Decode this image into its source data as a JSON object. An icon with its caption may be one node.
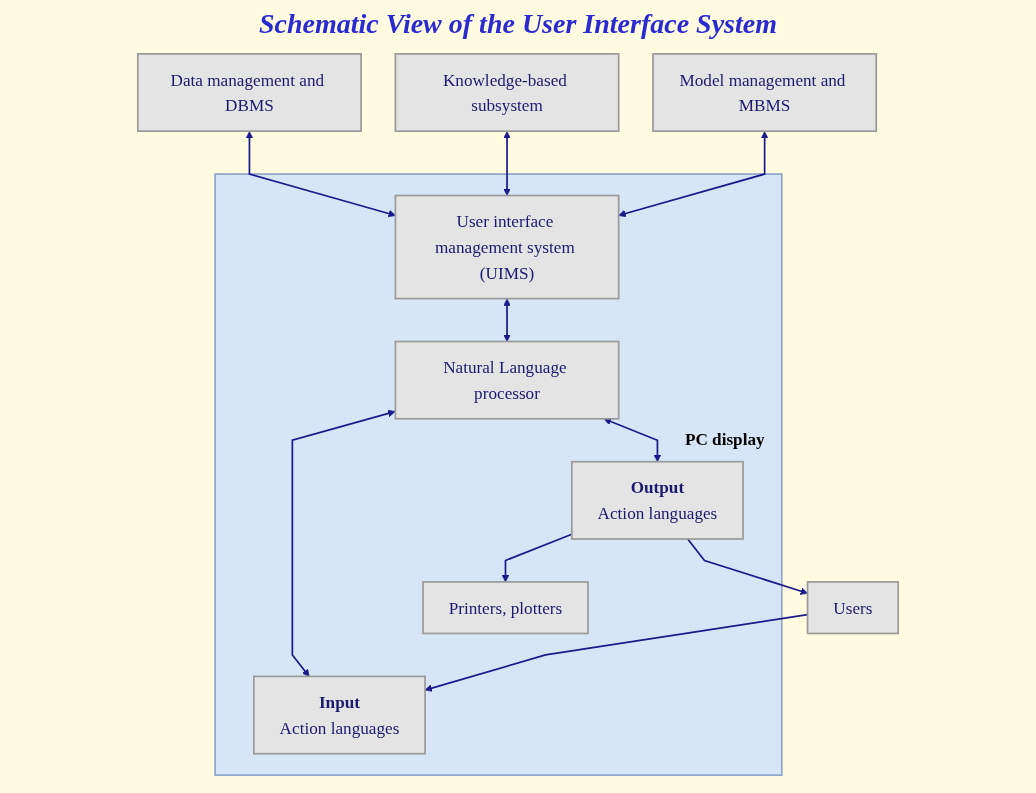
{
  "diagram": {
    "title": "Schematic View of the User Interface System",
    "nodes": [
      {
        "text": [
          "Data management and DBMS"
        ]
      },
      {
        "text": [
          "Knowledge-based subsystem"
        ]
      },
      {
        "text": [
          "Model management and MBMS"
        ]
      },
      {
        "text": [
          "PC display"
        ]
      },
      {
        "text": [
          "User interface management system (UIMS)"
        ],
        "in": 3
      },
      {
        "text": [
          "Natural Language processor"
        ],
        "in": 3
      },
      {
        "text": [
          "Input",
          "Action languages"
        ],
        "in": 3
      },
      {
        "text": [
          "Output",
          "Action languages"
        ],
        "in": 3
      },
      {
        "text": [
          "Printers, plotters"
        ],
        "in": 3
      },
      {
        "text": [
          "Users"
        ]
      }
    ],
    "edges": [
      {
        "from": 0,
        "to": 4,
        "arrow": "both"
      },
      {
        "from": 1,
        "to": 4,
        "arrow": "both"
      },
      {
        "from": 2,
        "to": 4,
        "arrow": "both"
      },
      {
        "from": 4,
        "to": 5,
        "arrow": "both"
      },
      {
        "from": 5,
        "to": 6,
        "arrow": "both"
      },
      {
        "from": 5,
        "to": 7,
        "arrow": "both"
      },
      {
        "from": 7,
        "to": 8,
        "arrow": "to"
      },
      {
        "from": 9,
        "to": 6,
        "arrow": "to"
      },
      {
        "from": 7,
        "to": 9,
        "arrow": "to"
      }
    ]
  }
}
